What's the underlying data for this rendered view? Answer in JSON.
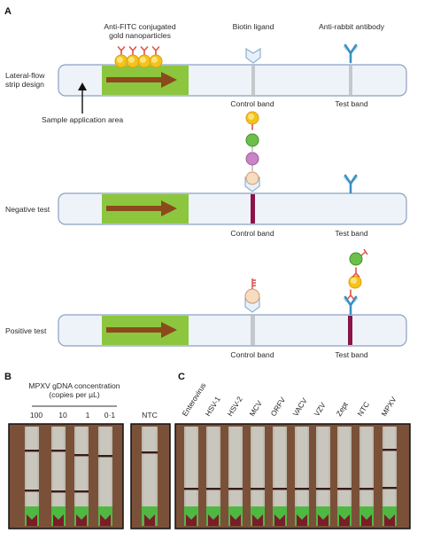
{
  "panel_a": {
    "letter": "A",
    "top_labels": {
      "gold": "Anti-FITC conjugated\ngold nanoparticles",
      "biotin": "Biotin ligand",
      "antibody": "Anti-rabbit antibody"
    },
    "row_labels": {
      "design": "Lateral-flow\nstrip design",
      "negative": "Negative test",
      "positive": "Positive test"
    },
    "sample_area": "Sample application area",
    "control_band": "Control band",
    "test_band": "Test band"
  },
  "panel_b": {
    "letter": "B",
    "title": "MPXV gDNA concentration\n(copies per µL)",
    "concentrations": [
      "100",
      "10",
      "1",
      "0·1"
    ],
    "ntc": "NTC"
  },
  "panel_c": {
    "letter": "C",
    "samples": [
      "Enterovirus",
      "HSV-1",
      "HSV-2",
      "MCV",
      "ORFV",
      "VACV",
      "VZV",
      "Zept",
      "NTC",
      "MPXV"
    ]
  },
  "colors": {
    "strip_fill": "#eef3fa",
    "strip_border": "#8aa0bf",
    "pad_green": "#8cc63f",
    "arrow_brown": "#8b4a1c",
    "band_maroon": "#8a1448",
    "gold": "#f3c31a",
    "antibody_blue": "#3b8fc0",
    "fitc_green": "#6cc04a",
    "biotin_pink": "#c784c7",
    "photo_brown": "#7a5138",
    "photo_strip": "#b9b8ad"
  }
}
